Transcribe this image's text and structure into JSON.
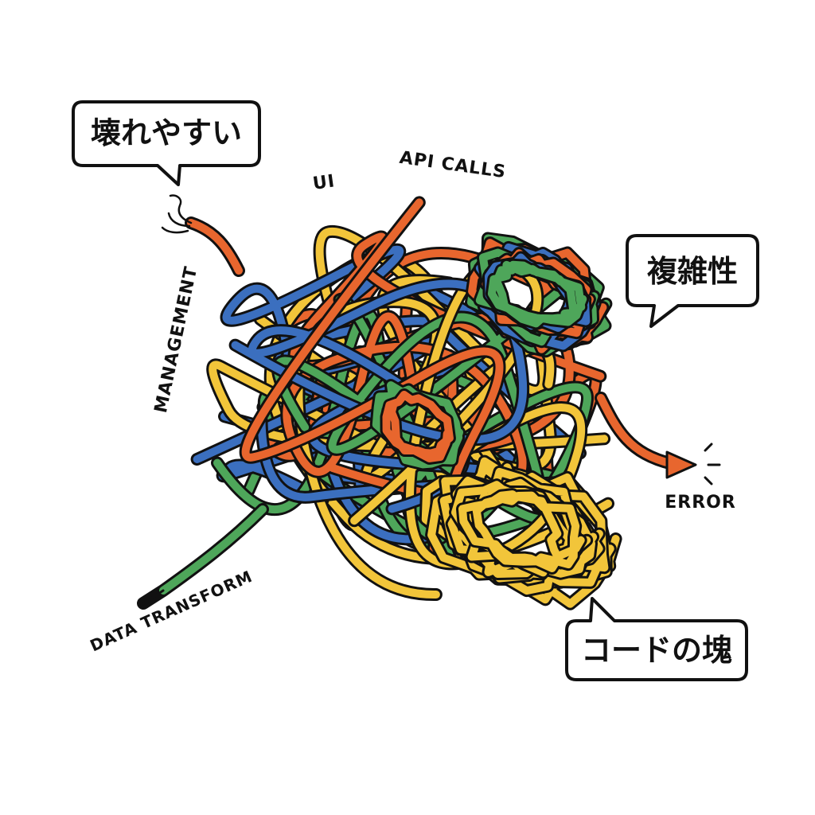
{
  "colors": {
    "blue": "#3b6fbf",
    "orange": "#e8662e",
    "green": "#4ea65a",
    "yellow": "#f2c53a",
    "ink": "#111111"
  },
  "bubbles": {
    "fragile": "壊れやすい",
    "complexity": "複雑性",
    "code_lump": "コードの塊"
  },
  "labels": {
    "ui": "UI",
    "api_calls": "API CALLS",
    "management": "MANAGEMENT",
    "error": "ERROR",
    "data_transform": "DATA TRANSFORM"
  },
  "icons": {
    "frayed_end": "frayed-wire-icon",
    "error_arrow": "arrow-right-icon",
    "error_spark": "spark-icon"
  }
}
